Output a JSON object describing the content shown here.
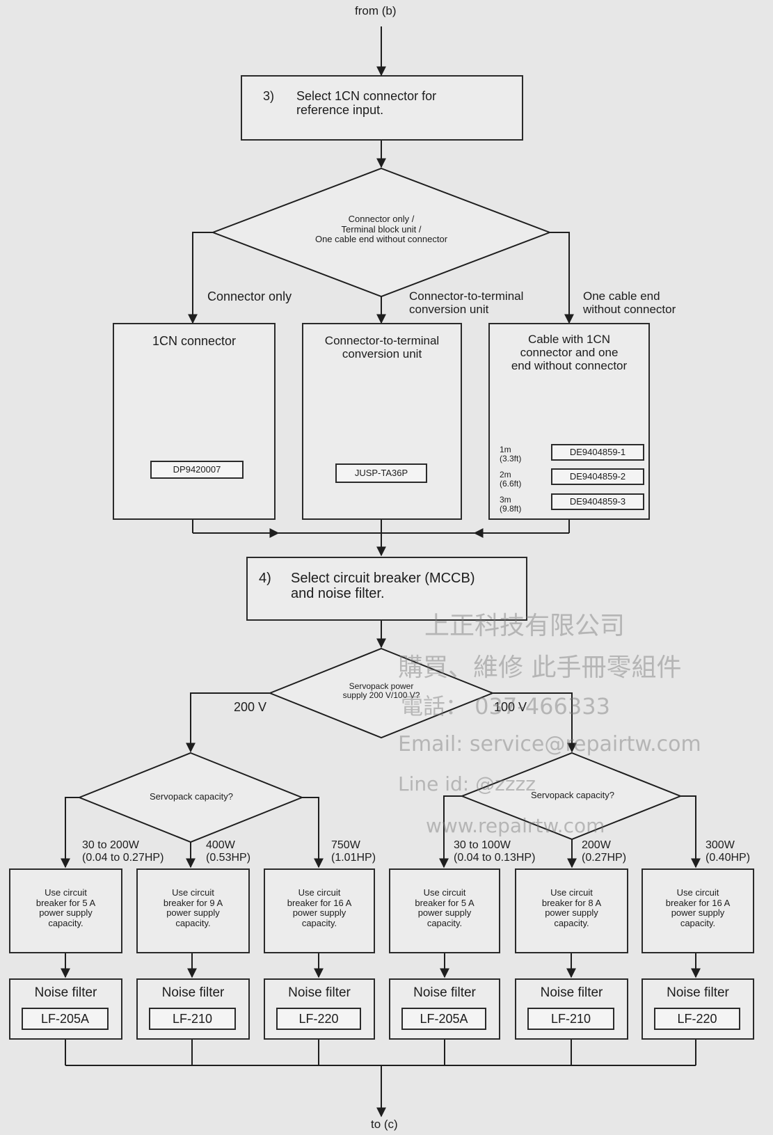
{
  "start_label": "from (b)",
  "end_label": "to (c)",
  "step3": {
    "number": "3)",
    "text": "Select 1CN connector for\nreference input."
  },
  "decision1": {
    "text": "Connector only /\nTerminal block unit /\nOne cable end without connector"
  },
  "branch_labels": {
    "connector_only": "Connector only",
    "conversion_unit": "Connector-to-terminal\nconversion unit",
    "cable_end": "One cable end\nwithout connector"
  },
  "connector_box": {
    "title": "1CN connector",
    "part": "DP9420007"
  },
  "conversion_box": {
    "title": "Connector-to-terminal\nconversion unit",
    "part": "JUSP-TA36P"
  },
  "cable_box": {
    "title": "Cable with 1CN\nconnector and one\nend without connector",
    "options": [
      {
        "length": "1m\n(3.3ft)",
        "part": "DE9404859-1"
      },
      {
        "length": "2m\n(6.6ft)",
        "part": "DE9404859-2"
      },
      {
        "length": "3m\n(9.8ft)",
        "part": "DE9404859-3"
      }
    ]
  },
  "step4": {
    "number": "4)",
    "text": "Select circuit breaker (MCCB)\nand noise filter."
  },
  "decision_voltage": {
    "text": "Servopack power\nsupply 200 V/100 V?",
    "left_label": "200 V",
    "right_label": "100 V"
  },
  "decision_cap_200": {
    "text": "Servopack capacity?"
  },
  "decision_cap_100": {
    "text": "Servopack capacity?"
  },
  "capacity_labels": [
    "30 to 200W\n(0.04 to 0.27HP)",
    "400W\n(0.53HP)",
    "750W\n(1.01HP)",
    "30 to 100W\n(0.04 to 0.13HP)",
    "200W\n(0.27HP)",
    "300W\n(0.40HP)"
  ],
  "breakers": [
    "Use circuit\nbreaker for 5 A\npower supply\ncapacity.",
    "Use circuit\nbreaker for 9 A\npower supply\ncapacity.",
    "Use circuit\nbreaker for 16 A\npower supply\ncapacity.",
    "Use circuit\nbreaker for 5 A\npower supply\ncapacity.",
    "Use circuit\nbreaker for 8 A\npower supply\ncapacity.",
    "Use circuit\nbreaker for 16 A\npower supply\ncapacity."
  ],
  "noise_filter_title": "Noise filter",
  "noise_filters": [
    "LF-205A",
    "LF-210",
    "LF-220",
    "LF-205A",
    "LF-210",
    "LF-220"
  ],
  "watermark": {
    "company": "上正科技有限公司",
    "service": "購買、維修 此手冊零組件",
    "phone": "電話：  037-466333",
    "email": "Email:     service@repairtw.com",
    "line": "Line id:    @zzzz",
    "web": "www.repairtw.com"
  }
}
